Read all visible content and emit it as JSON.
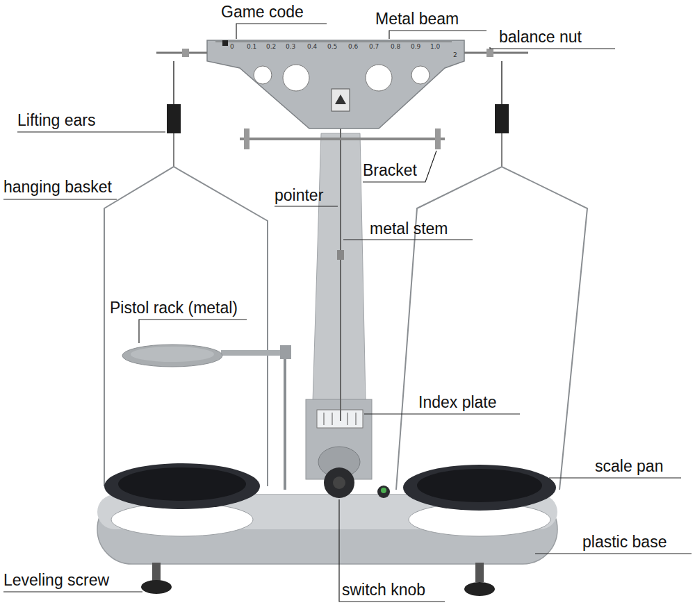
{
  "diagram": {
    "labels": [
      "Game code",
      "Metal beam",
      "balance nut",
      "Lifting ears",
      "hanging basket",
      "Bracket",
      "pointer",
      "metal stem",
      "Pistol rack (metal)",
      "Index plate",
      "scale pan",
      "plastic base",
      "Leveling screw",
      "switch knob",
      "0",
      "0.1",
      "0.2",
      "0.3",
      "0.4",
      "0.5",
      "0.6",
      "0.7",
      "0.8",
      "0.9",
      "1.0",
      "2"
    ]
  }
}
